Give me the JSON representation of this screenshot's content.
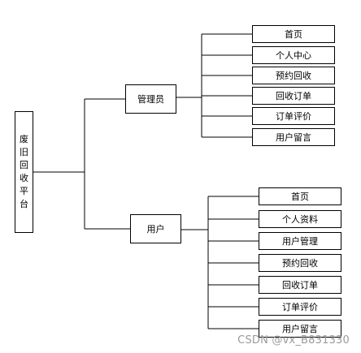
{
  "root": {
    "label_chars": [
      "废",
      "旧",
      "回",
      "收",
      "平",
      "台"
    ]
  },
  "admin": {
    "label": "管理员",
    "items": [
      "首页",
      "个人中心",
      "预约回收",
      "回收订单",
      "订单评价",
      "用户留言"
    ]
  },
  "user": {
    "label": "用户",
    "items": [
      "首页",
      "个人资料",
      "用户管理",
      "预约回收",
      "回收订单",
      "订单评价",
      "用户留言"
    ]
  },
  "watermark": "CSDN @vx_B831330"
}
